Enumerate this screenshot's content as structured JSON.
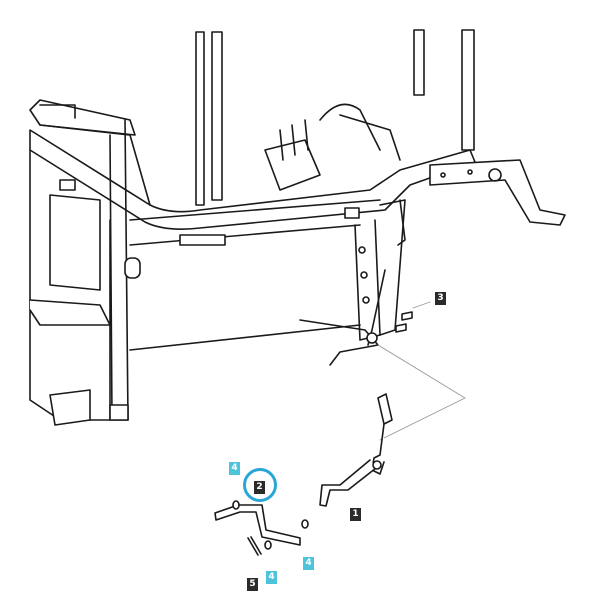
{
  "diagram": {
    "callouts": [
      {
        "id": "c1",
        "label": "1",
        "style": "dark"
      },
      {
        "id": "c2",
        "label": "2",
        "style": "dark"
      },
      {
        "id": "c3",
        "label": "3",
        "style": "dark"
      },
      {
        "id": "c4a",
        "label": "4",
        "style": "cyan"
      },
      {
        "id": "c4b",
        "label": "4",
        "style": "cyan"
      },
      {
        "id": "c4c",
        "label": "4",
        "style": "cyan"
      },
      {
        "id": "c5",
        "label": "5",
        "style": "dark"
      }
    ],
    "colors": {
      "line": "#1a1a1a",
      "callout_dark": "#2b2b2b",
      "callout_cyan": "#4fc3d9",
      "highlight_ring": "#2aa6d6",
      "leader": "#9a9a9a"
    }
  }
}
